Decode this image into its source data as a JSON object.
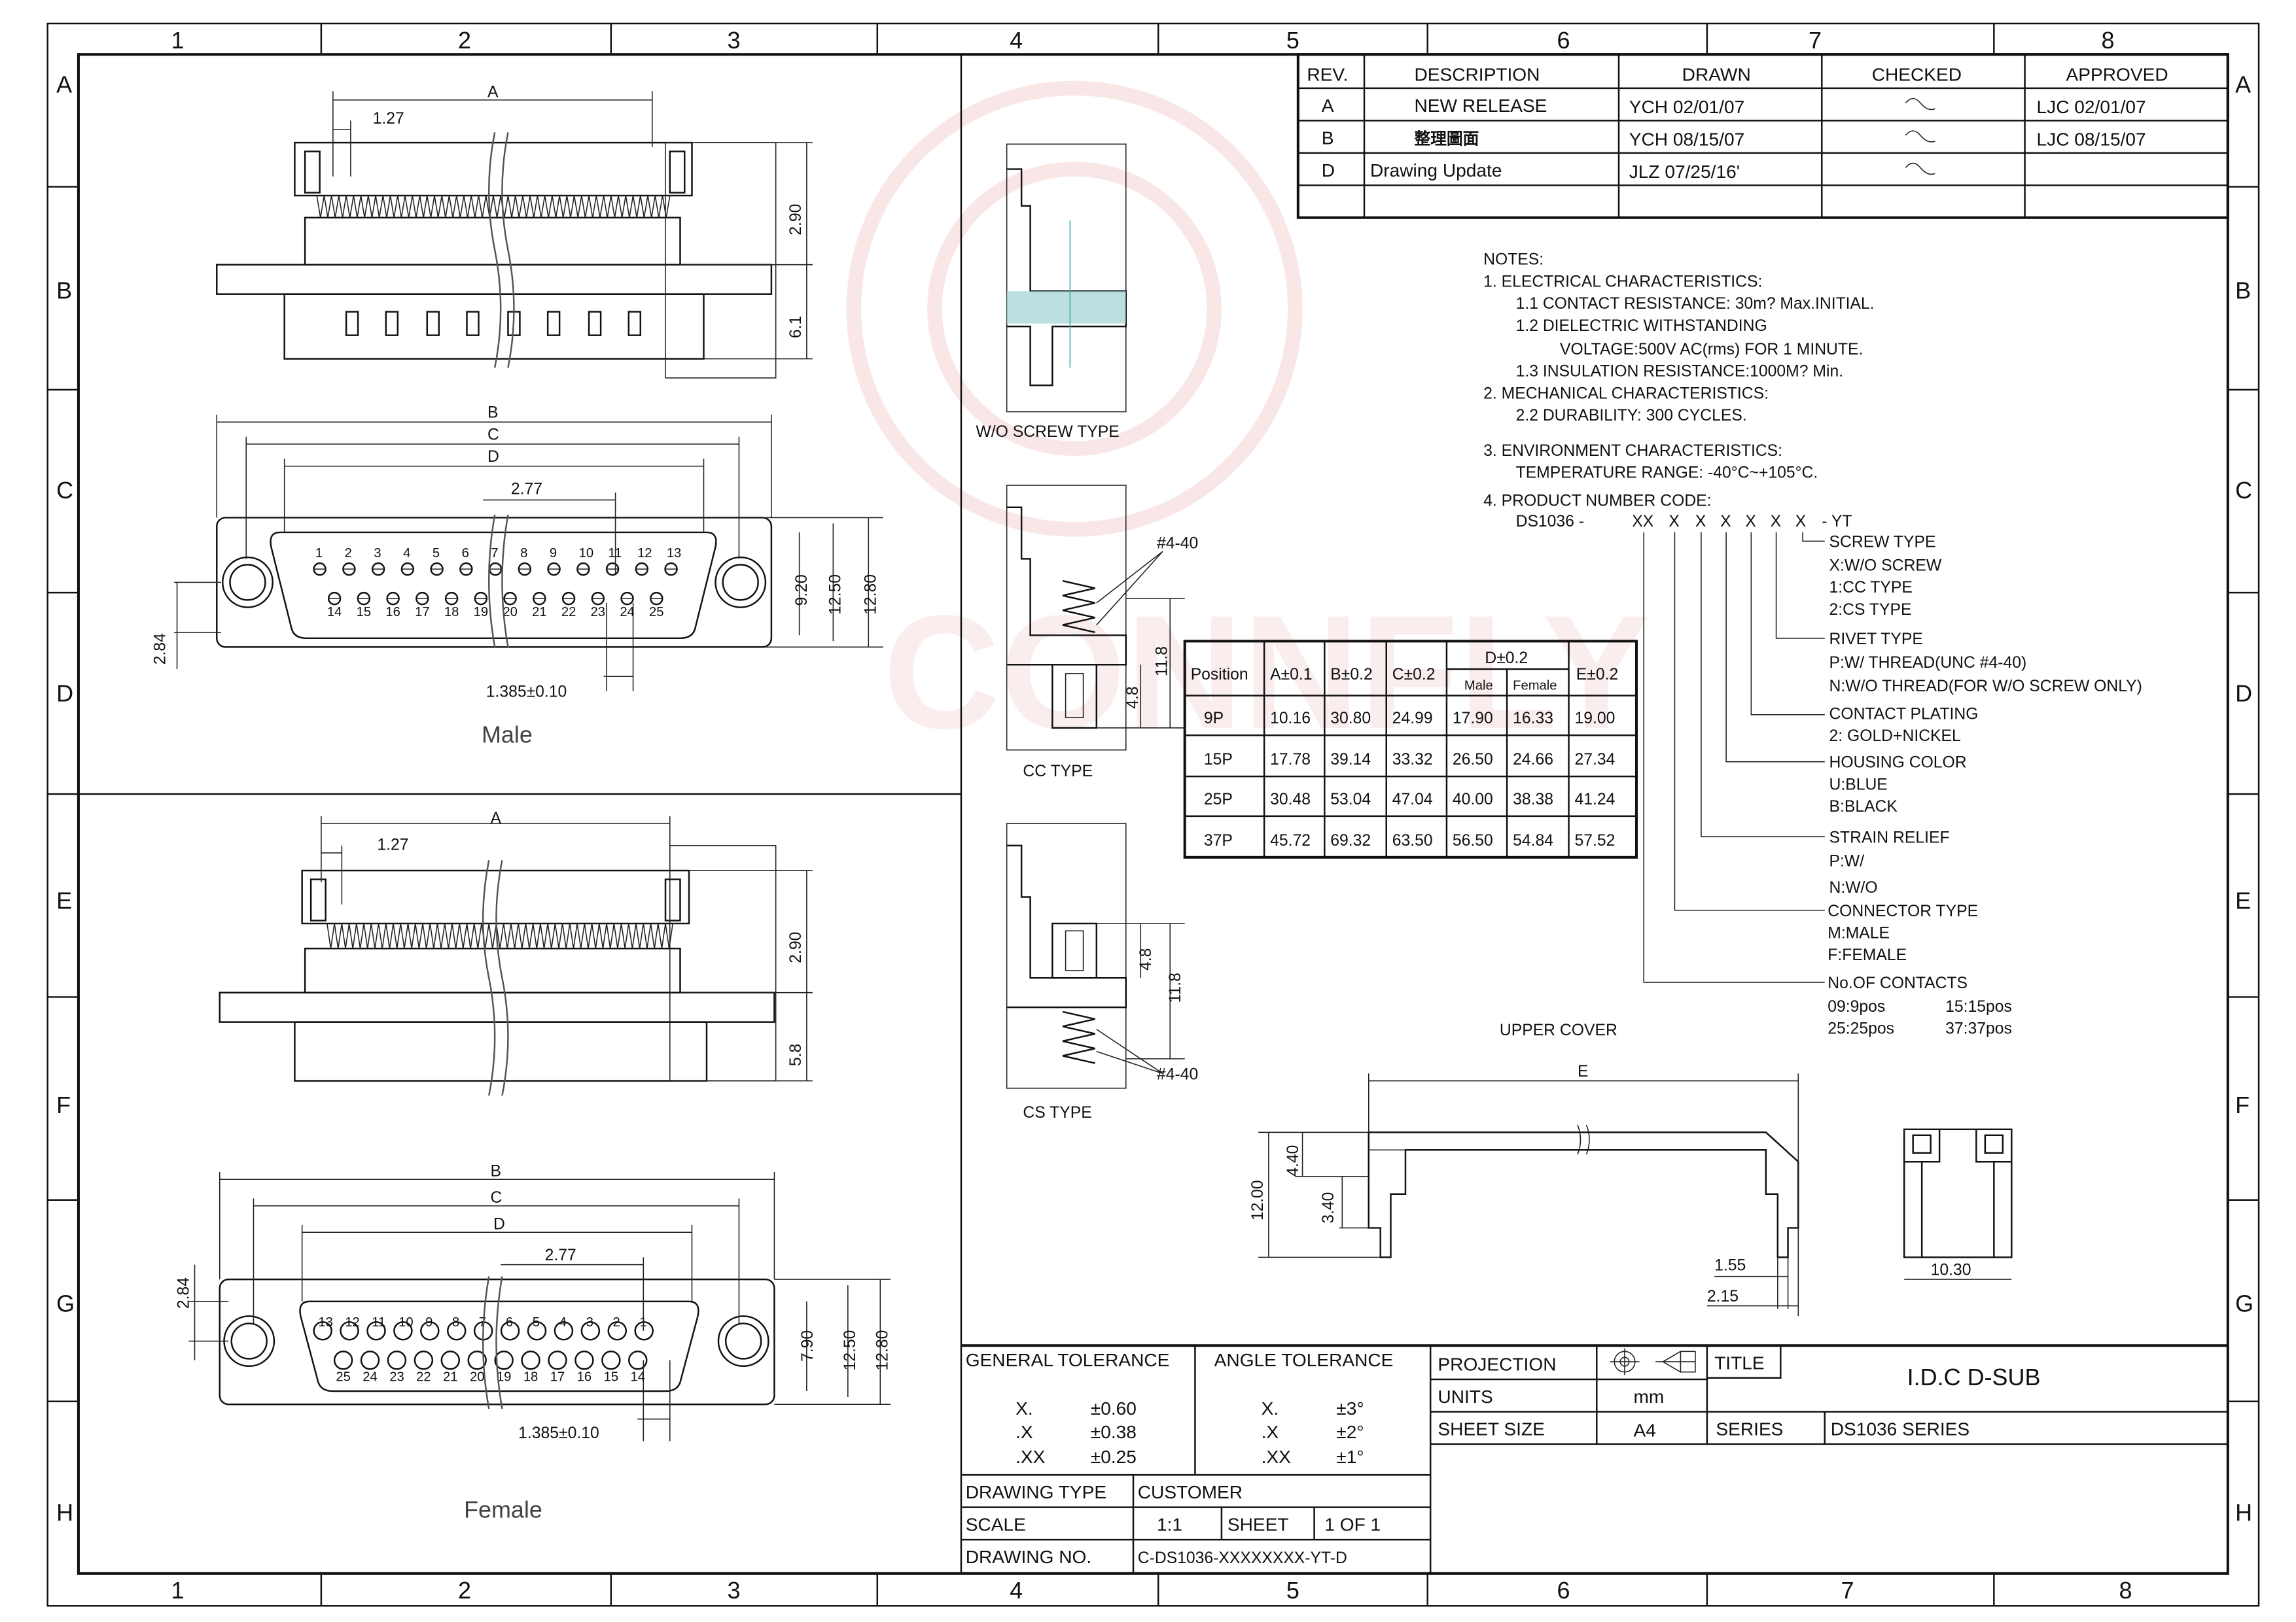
{
  "grid": {
    "columns": [
      "1",
      "2",
      "3",
      "4",
      "5",
      "6",
      "7",
      "8"
    ],
    "rows": [
      "A",
      "B",
      "C",
      "D",
      "E",
      "F",
      "G",
      "H"
    ]
  },
  "watermark": "CONNFLY",
  "revision_table": {
    "headers": [
      "REV.",
      "DESCRIPTION",
      "DRAWN",
      "CHECKED",
      "APPROVED"
    ],
    "rows": [
      {
        "rev": "A",
        "description": "NEW RELEASE",
        "drawn": "YCH 02/01/07",
        "approved": "LJC 02/01/07"
      },
      {
        "rev": "B",
        "description": "整理圖面",
        "drawn": "YCH 08/15/07",
        "approved": "LJC 08/15/07"
      },
      {
        "rev": "D",
        "description": "Drawing Update",
        "drawn": "JLZ 07/25/16'",
        "approved": ""
      }
    ]
  },
  "notes": [
    "NOTES:",
    "1. ELECTRICAL CHARACTERISTICS:",
    "1.1 CONTACT RESISTANCE: 30m? Max.INITIAL.",
    "1.2 DIELECTRIC WITHSTANDING",
    "VOLTAGE:500V AC(rms) FOR 1 MINUTE.",
    "1.3 INSULATION RESISTANCE:1000M? Min.",
    "2. MECHANICAL CHARACTERISTICS:",
    "2.2 DURABILITY: 300 CYCLES.",
    "3. ENVIRONMENT CHARACTERISTICS:",
    "TEMPERATURE RANGE: -40°C~+105°C.",
    "4. PRODUCT NUMBER CODE:"
  ],
  "product_code": {
    "prefix": "DS1036 -",
    "segments": [
      "XX",
      "X",
      "X",
      "X",
      "X",
      "X",
      "X"
    ],
    "suffix": "- YT"
  },
  "legend": {
    "screw_type": [
      "SCREW TYPE",
      "X:W/O SCREW",
      "1:CC TYPE",
      "2:CS TYPE"
    ],
    "rivet_type": [
      "RIVET TYPE",
      "P:W/ THREAD(UNC #4-40)",
      "N:W/O THREAD(FOR W/O SCREW ONLY)"
    ],
    "contact_plating": [
      "CONTACT PLATING",
      "2: GOLD+NICKEL"
    ],
    "housing_color": [
      "HOUSING COLOR",
      "U:BLUE",
      "B:BLACK"
    ],
    "strain_relief": [
      "STRAIN RELIEF",
      "P:W/",
      "N:W/O"
    ],
    "connector_type": [
      "CONNECTOR TYPE",
      "M:MALE",
      "F:FEMALE"
    ],
    "contacts": [
      "No.OF CONTACTS",
      "09:9pos",
      "15:15pos",
      "25:25pos",
      "37:37pos"
    ]
  },
  "dimension_table": {
    "headers": [
      "Position",
      "A±0.1",
      "B±0.2",
      "C±0.2",
      "D±0.2",
      "E±0.2"
    ],
    "sub_headers": [
      "Male",
      "Female"
    ],
    "rows": [
      [
        "9P",
        "10.16",
        "30.80",
        "24.99",
        "17.90",
        "16.33",
        "19.00"
      ],
      [
        "15P",
        "17.78",
        "39.14",
        "33.32",
        "26.50",
        "24.66",
        "27.34"
      ],
      [
        "25P",
        "30.48",
        "53.04",
        "47.04",
        "40.00",
        "38.38",
        "41.24"
      ],
      [
        "37P",
        "45.72",
        "69.32",
        "63.50",
        "56.50",
        "54.84",
        "57.52"
      ]
    ]
  },
  "male": {
    "label": "Male",
    "dims": {
      "a": "A",
      "pitch": "1.27",
      "h1": "2.90",
      "h2": "6.1",
      "b": "B",
      "c": "C",
      "d": "D",
      "row_pitch": "2.77",
      "v1": "9.20",
      "v2": "12.50",
      "v3": "12.80",
      "offset": "2.84",
      "pin": "1.385±0.10"
    },
    "pins_top": [
      "1",
      "2",
      "3",
      "4",
      "5",
      "6",
      "7",
      "8",
      "9",
      "10",
      "11",
      "12",
      "13"
    ],
    "pins_bottom": [
      "14",
      "15",
      "16",
      "17",
      "18",
      "19",
      "20",
      "21",
      "22",
      "23",
      "24",
      "25"
    ]
  },
  "female": {
    "label": "Female",
    "dims": {
      "a": "A",
      "pitch": "1.27",
      "h1": "2.90",
      "h2": "5.8",
      "b": "B",
      "c": "C",
      "d": "D",
      "row_pitch": "2.77",
      "v1": "7.90",
      "v2": "12.50",
      "v3": "12.80",
      "offset": "2.84",
      "pin": "1.385±0.10"
    },
    "pins_top": [
      "13",
      "12",
      "11",
      "10",
      "9",
      "8",
      "7",
      "6",
      "5",
      "4",
      "3",
      "2",
      "1"
    ],
    "pins_bottom": [
      "25",
      "24",
      "23",
      "22",
      "21",
      "20",
      "19",
      "18",
      "17",
      "16",
      "15",
      "14"
    ]
  },
  "side_views": {
    "wo_screw": "W/O SCREW TYPE",
    "cc": "CC TYPE",
    "cs": "CS TYPE",
    "thread": "#4-40",
    "h_total": "11.8",
    "h_standoff": "4.8"
  },
  "upper_cover": {
    "label": "UPPER COVER",
    "e": "E",
    "d1": "4.40",
    "d2": "3.40",
    "d3": "12.00",
    "d4": "1.55",
    "d5": "2.15",
    "width": "10.30"
  },
  "title_block": {
    "general_tolerance": "GENERAL TOLERANCE",
    "angle_tolerance": "ANGLE TOLERANCE",
    "general_rows": [
      [
        "X.",
        "±0.60"
      ],
      [
        ".X",
        "±0.38"
      ],
      [
        ".XX",
        "±0.25"
      ]
    ],
    "angle_rows": [
      [
        "X.",
        "±3°"
      ],
      [
        ".X",
        "±2°"
      ],
      [
        ".XX",
        "±1°"
      ]
    ],
    "projection_label": "PROJECTION",
    "units_label": "UNITS",
    "units": "mm",
    "sheet_size_label": "SHEET SIZE",
    "sheet_size": "A4",
    "title_label": "TITLE",
    "title": "I.D.C D-SUB",
    "series_label": "SERIES",
    "series": "DS1036 SERIES",
    "drawing_type_label": "DRAWING TYPE",
    "drawing_type": "CUSTOMER",
    "scale_label": "SCALE",
    "scale": "1:1",
    "sheet_label": "SHEET",
    "sheet": "1 OF 1",
    "drawing_no_label": "DRAWING NO.",
    "drawing_no": "C-DS1036-XXXXXXXX-YT-D"
  }
}
